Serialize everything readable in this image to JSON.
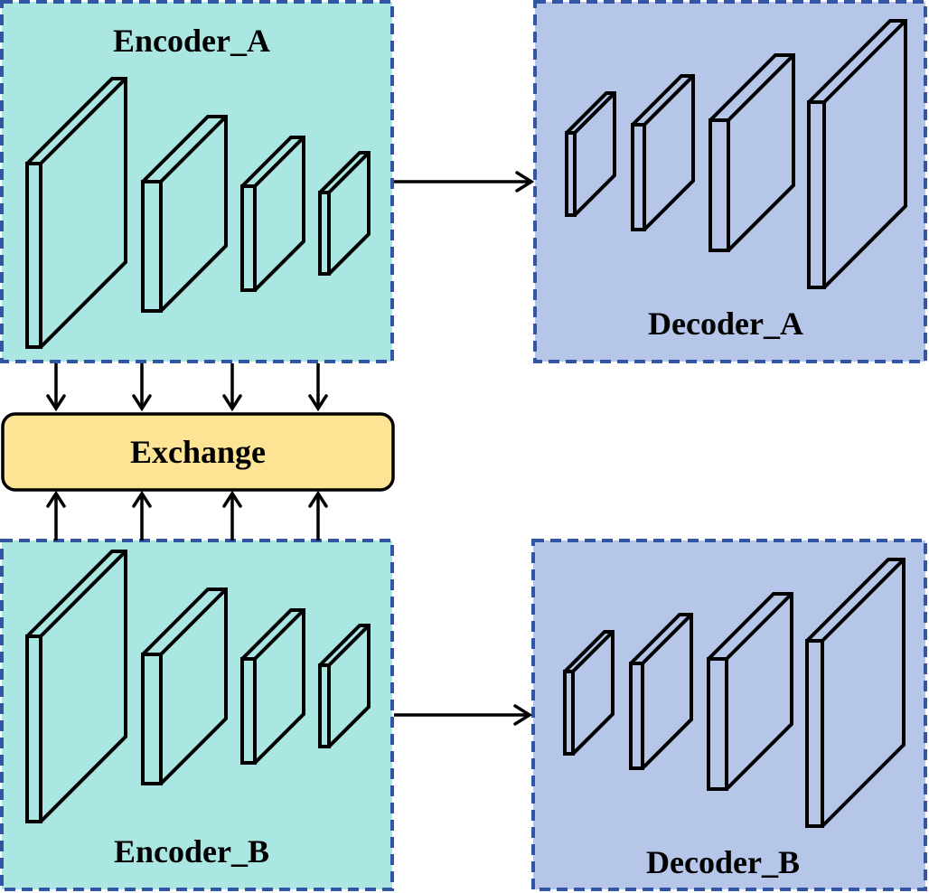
{
  "diagram": {
    "encoder_a": {
      "label": "Encoder_A",
      "fill": "#abe7e2"
    },
    "encoder_b": {
      "label": "Encoder_B",
      "fill": "#abe7e2"
    },
    "decoder_a": {
      "label": "Decoder_A",
      "fill": "#b6c6e9"
    },
    "decoder_b": {
      "label": "Decoder_B",
      "fill": "#b6c6e9"
    },
    "exchange": {
      "label": "Exchange",
      "fill": "#fde394"
    },
    "border_color": "#3356a4",
    "encoder_layer_count": 4,
    "decoder_layer_count": 4
  }
}
